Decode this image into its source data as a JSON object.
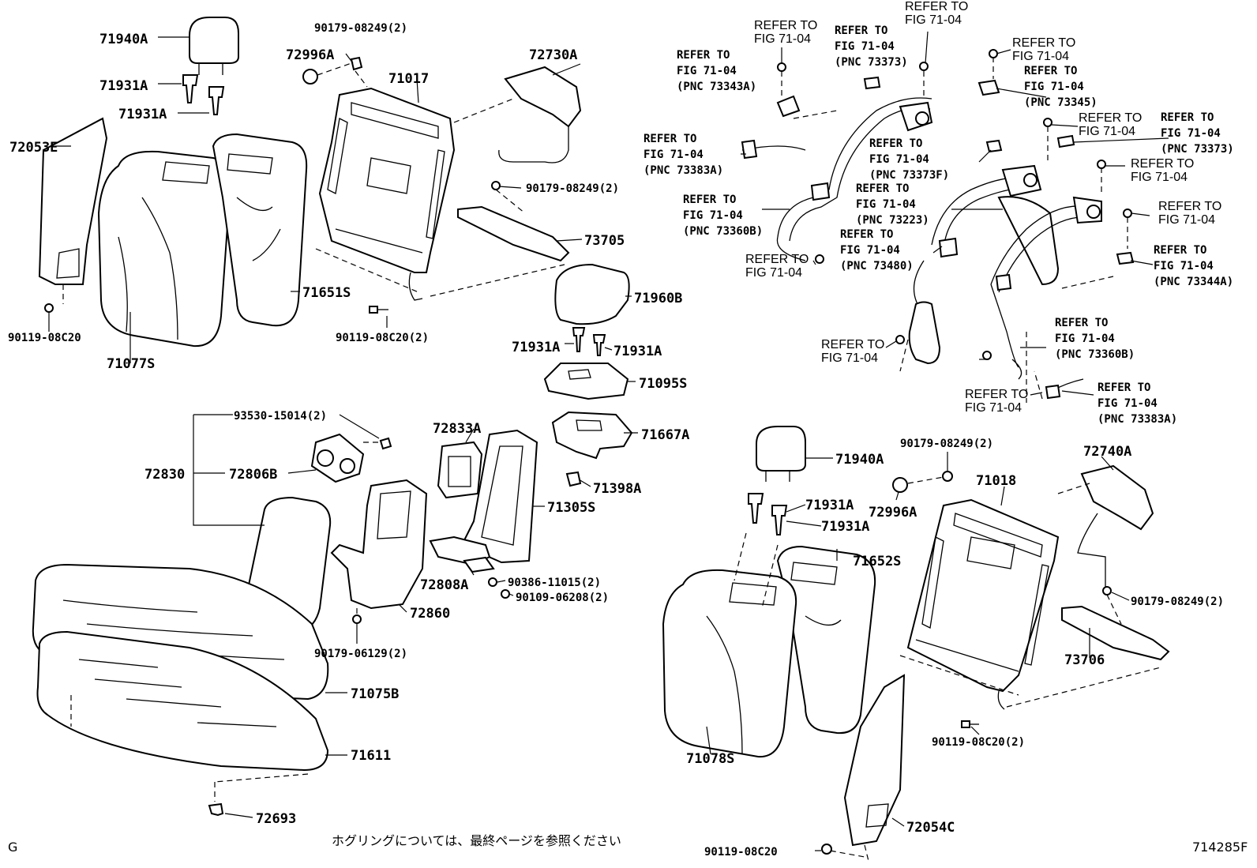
{
  "labels": {
    "p71940A_1": "71940A",
    "p71931A_1": "71931A",
    "p71931A_2": "71931A",
    "p72053E": "72053E",
    "p90119_08C20_1": "90119-08C20",
    "p71077S": "71077S",
    "p71651S": "71651S",
    "p90179_08249_2_a": "90179-08249(2)",
    "p72996A_1": "72996A",
    "p71017": "71017",
    "p72730A": "72730A",
    "p90179_08249_2_b": "90179-08249(2)",
    "p73705": "73705",
    "p90119_08C20_2_a": "90119-08C20(2)",
    "p71960B": "71960B",
    "p71931A_3": "71931A",
    "p71931A_4": "71931A",
    "p71095S": "71095S",
    "p71667A": "71667A",
    "p71398A": "71398A",
    "p71305S": "71305S",
    "p72833A": "72833A",
    "p93530_15014": "93530-15014(2)",
    "p72830": "72830",
    "p72806B": "72806B",
    "p72808A": "72808A",
    "p90386_11015": "90386-11015(2)",
    "p90109_06208": "90109-06208(2)",
    "p72860": "72860",
    "p90179_06129": "90179-06129(2)",
    "p71075B": "71075B",
    "p71611": "71611",
    "p72693": "72693",
    "p71940A_2": "71940A",
    "p90179_08249_2_c": "90179-08249(2)",
    "p72740A": "72740A",
    "p72996A_2": "72996A",
    "p71018": "71018",
    "p71931A_5": "71931A",
    "p71931A_6": "71931A",
    "p71652S": "71652S",
    "p90179_08249_2_d": "90179-08249(2)",
    "p73706": "73706",
    "p71078S": "71078S",
    "p90119_08C20_2_b": "90119-08C20(2)",
    "p72054C": "72054C",
    "p90119_08C20_3": "90119-08C20"
  },
  "refs": {
    "r1": [
      "REFER TO",
      "FIG 71-04",
      "(PNC 73343A)"
    ],
    "r2": [
      "REFER TO",
      "FIG 71-04"
    ],
    "r3": [
      "REFER TO",
      "FIG 71-04",
      "(PNC 73373)"
    ],
    "r4": [
      "REFER TO",
      "FIG 71-04"
    ],
    "r5": [
      "REFER TO",
      "FIG 71-04"
    ],
    "r6": [
      "REFER TO",
      "FIG 71-04",
      "(PNC 73345)"
    ],
    "r7": [
      "REFER TO",
      "FIG 71-04",
      "(PNC 73383A)"
    ],
    "r8": [
      "REFER TO",
      "FIG 71-04",
      "(PNC 73373F)"
    ],
    "r9": [
      "REFER TO",
      "FIG 71-04"
    ],
    "r10": [
      "REFER TO",
      "FIG 71-04",
      "(PNC 73373)"
    ],
    "r11": [
      "REFER TO",
      "FIG 71-04"
    ],
    "r12": [
      "REFER TO",
      "FIG 71-04",
      "(PNC 73360B)"
    ],
    "r13": [
      "REFER TO",
      "FIG 71-04",
      "(PNC 73223)"
    ],
    "r14": [
      "REFER TO",
      "FIG 71-04"
    ],
    "r15": [
      "REFER TO",
      "FIG 71-04"
    ],
    "r16": [
      "REFER TO",
      "FIG 71-04",
      "(PNC 73480)"
    ],
    "r17": [
      "REFER TO",
      "FIG 71-04",
      "(PNC 73344A)"
    ],
    "r18": [
      "REFER TO",
      "FIG 71-04"
    ],
    "r19": [
      "REFER TO",
      "FIG 71-04",
      "(PNC 73360B)"
    ],
    "r20": [
      "REFER TO",
      "FIG 71-04"
    ],
    "r21": [
      "REFER TO",
      "FIG 71-04",
      "(PNC 73383A)"
    ]
  },
  "footer": {
    "left_mark": "G",
    "note": "ホグリングについては、最終ページを参照ください",
    "figure_code": "714285F"
  }
}
